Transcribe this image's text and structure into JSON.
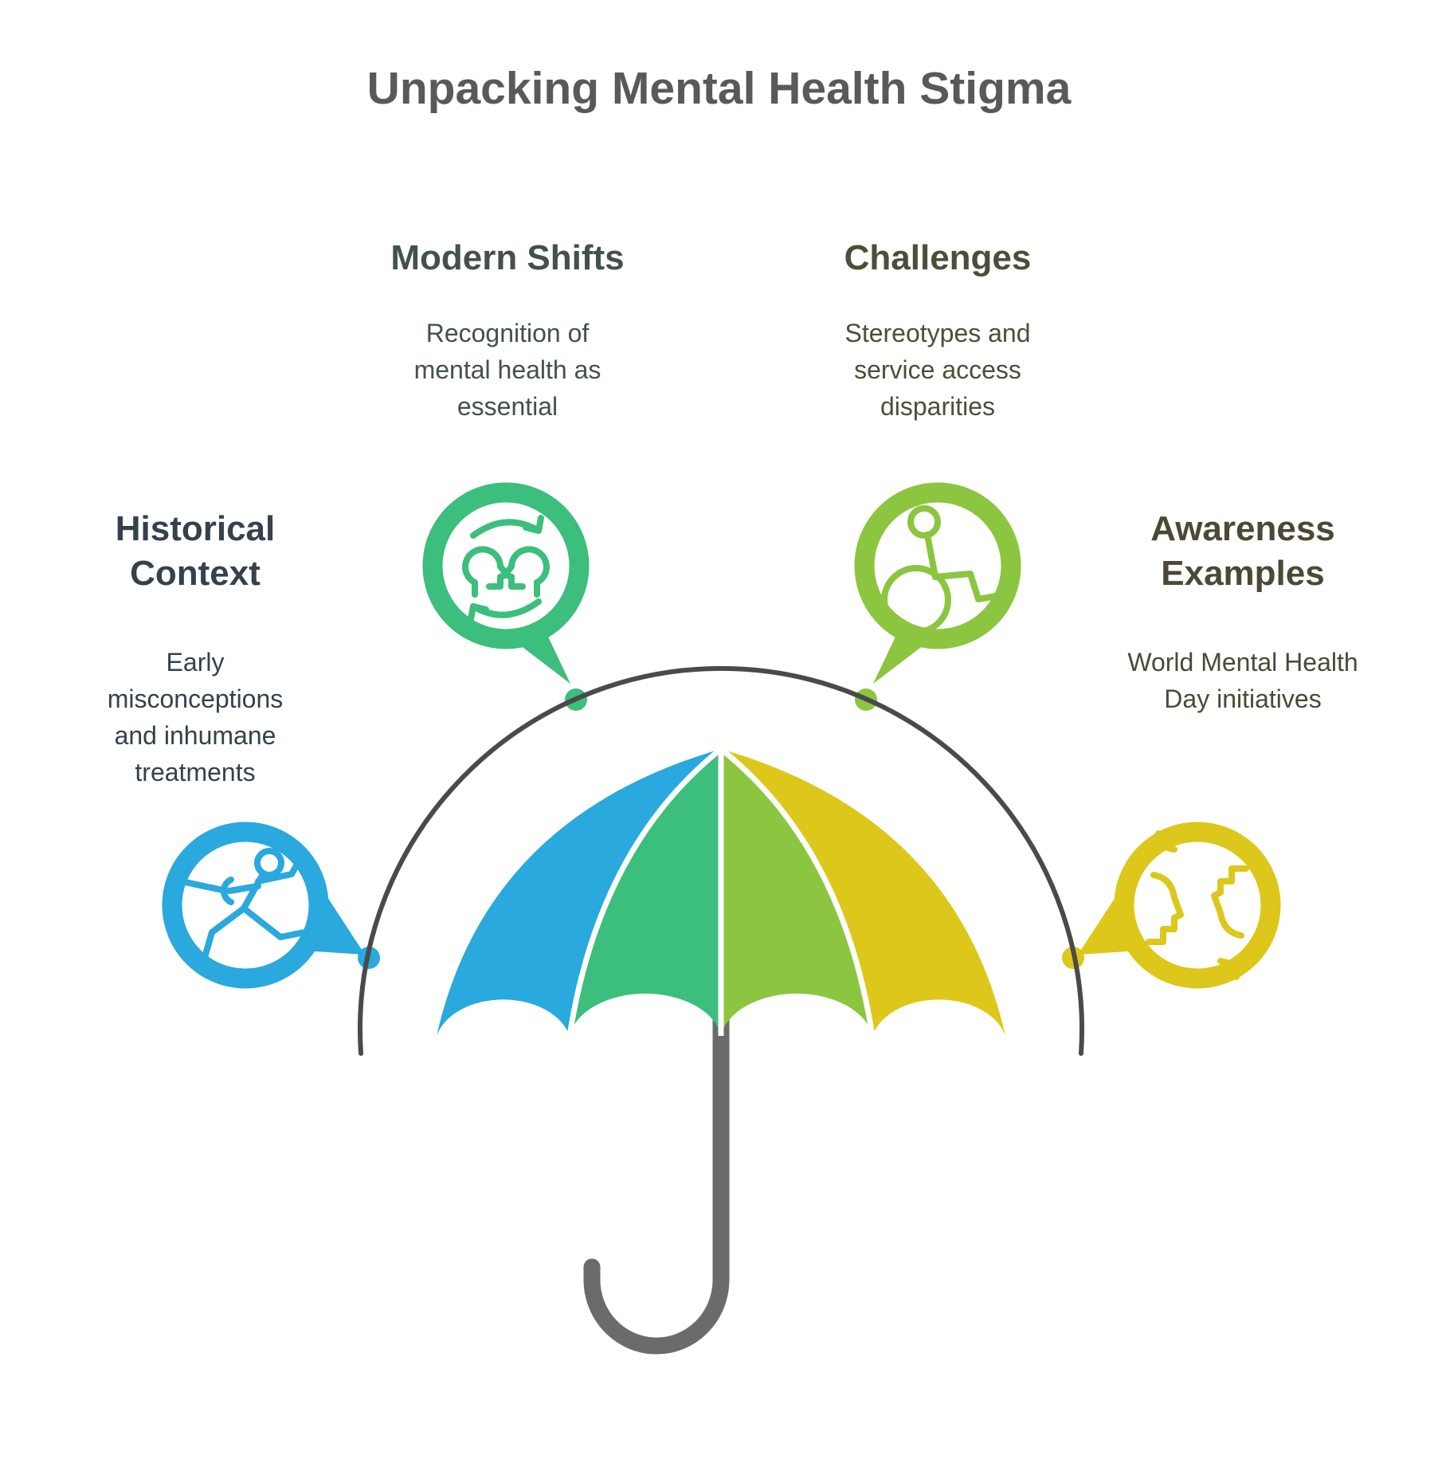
{
  "title": "Unpacking Mental Health Stigma",
  "sections": [
    {
      "id": "historical-context",
      "heading": "Historical Context",
      "body": "Early misconceptions and inhumane treatments",
      "color": "#29a9dd",
      "icon": "fencer-icon"
    },
    {
      "id": "modern-shifts",
      "heading": "Modern Shifts",
      "body": "Recognition of mental health as essential",
      "color": "#3cbe7d",
      "icon": "exchange-heads-icon"
    },
    {
      "id": "challenges",
      "heading": "Challenges",
      "body": "Stereotypes and service access disparities",
      "color": "#8cc53f",
      "icon": "wheelchair-icon"
    },
    {
      "id": "awareness-examples",
      "heading": "Awareness Examples",
      "body": "World Mental Health Day initiatives",
      "color": "#ddc71a",
      "icon": "profiles-swap-icon"
    }
  ],
  "umbrella": {
    "segment_colors": [
      "#29a9dd",
      "#3cbe7d",
      "#8cc53f",
      "#ddc71a"
    ],
    "pole_color": "#6b6b6b",
    "arc_color": "#4a4a4a",
    "title_color": "#58595b"
  }
}
